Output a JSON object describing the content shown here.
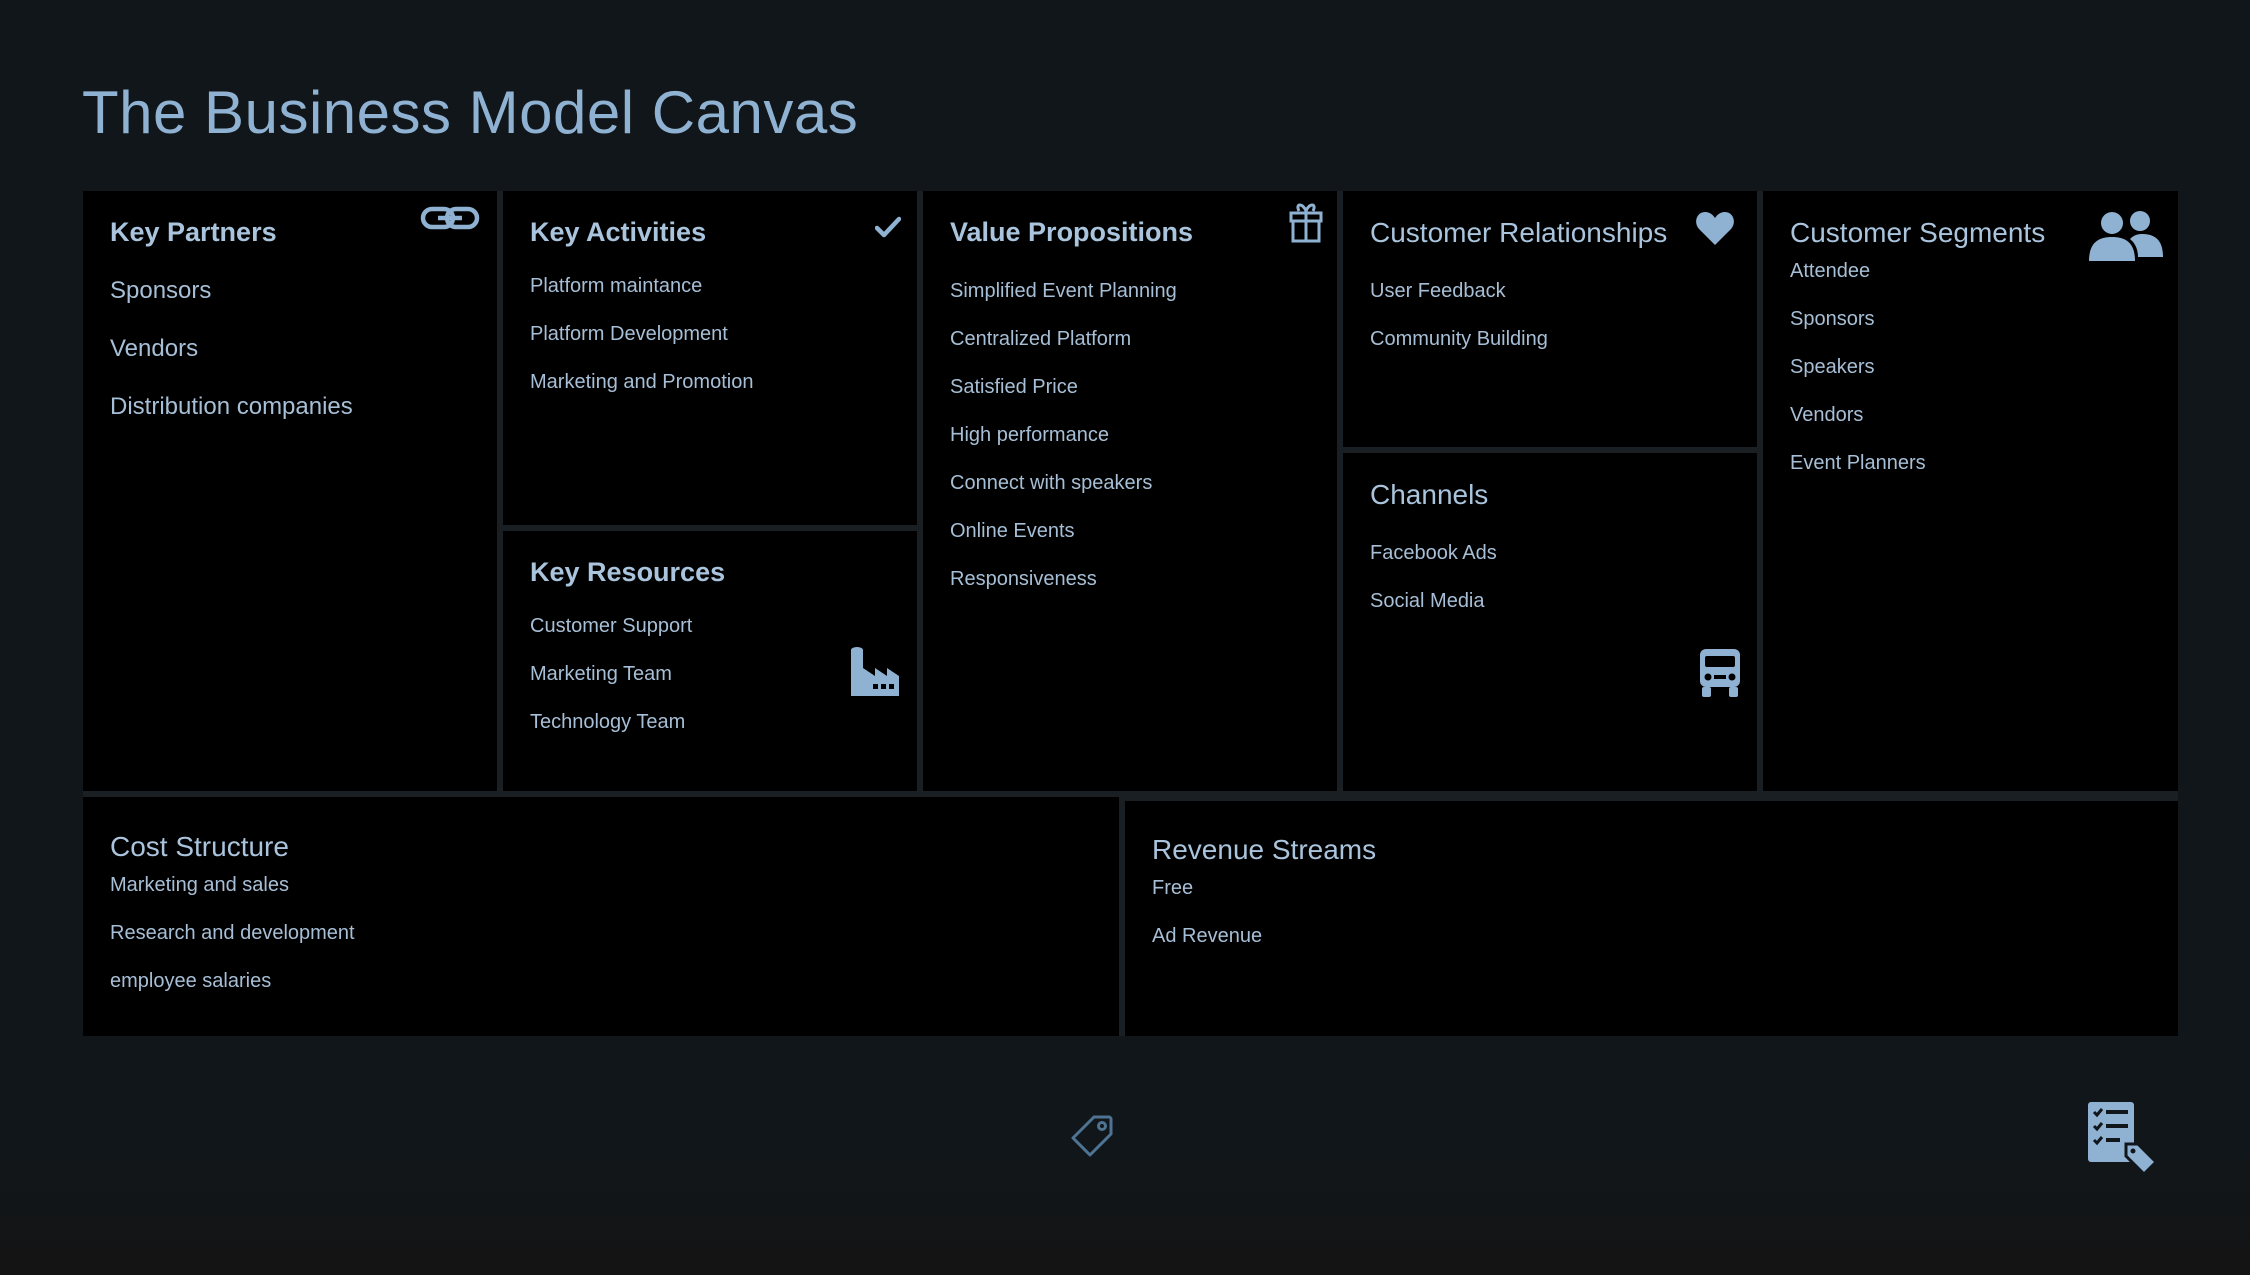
{
  "title": "The Business Model Canvas",
  "colors": {
    "background": "#11161a",
    "cell": "#000000",
    "accent": "#8fb2d3",
    "text": "#a7bfd6"
  },
  "blocks": {
    "key_partners": {
      "title": "Key Partners",
      "icon": "link-icon",
      "items": [
        "Sponsors",
        "Vendors",
        "Distribution companies"
      ]
    },
    "key_activities": {
      "title": "Key Activities",
      "icon": "checkmark-icon",
      "items": [
        "Platform maintance",
        "Platform Development",
        "Marketing and Promotion"
      ]
    },
    "key_resources": {
      "title": "Key Resources",
      "icon": "factory-icon",
      "items": [
        "Customer Support",
        "Marketing Team",
        "Technology Team"
      ]
    },
    "value_propositions": {
      "title": "Value Propositions",
      "icon": "gift-icon",
      "items": [
        "Simplified Event Planning",
        "Centralized Platform",
        "Satisfied Price",
        "High performance",
        "Connect with speakers",
        "Online Events",
        "Responsiveness"
      ]
    },
    "customer_relationships": {
      "title": "Customer Relationships",
      "icon": "heart-icon",
      "items": [
        "User Feedback",
        "Community Building"
      ]
    },
    "channels": {
      "title": "Channels",
      "icon": "truck-icon",
      "items": [
        "Facebook Ads",
        "Social Media"
      ]
    },
    "customer_segments": {
      "title": "Customer Segments",
      "icon": "users-icon",
      "items": [
        "Attendee",
        "Sponsors",
        "Speakers",
        "Vendors",
        "Event Planners"
      ]
    },
    "cost_structure": {
      "title": "Cost Structure",
      "icon": "tag-icon",
      "items": [
        "Marketing and sales",
        "Research and development",
        "employee salaries"
      ]
    },
    "revenue_streams": {
      "title": "Revenue Streams",
      "icon": "price-list-icon",
      "items": [
        "Free",
        "Ad Revenue"
      ]
    }
  }
}
